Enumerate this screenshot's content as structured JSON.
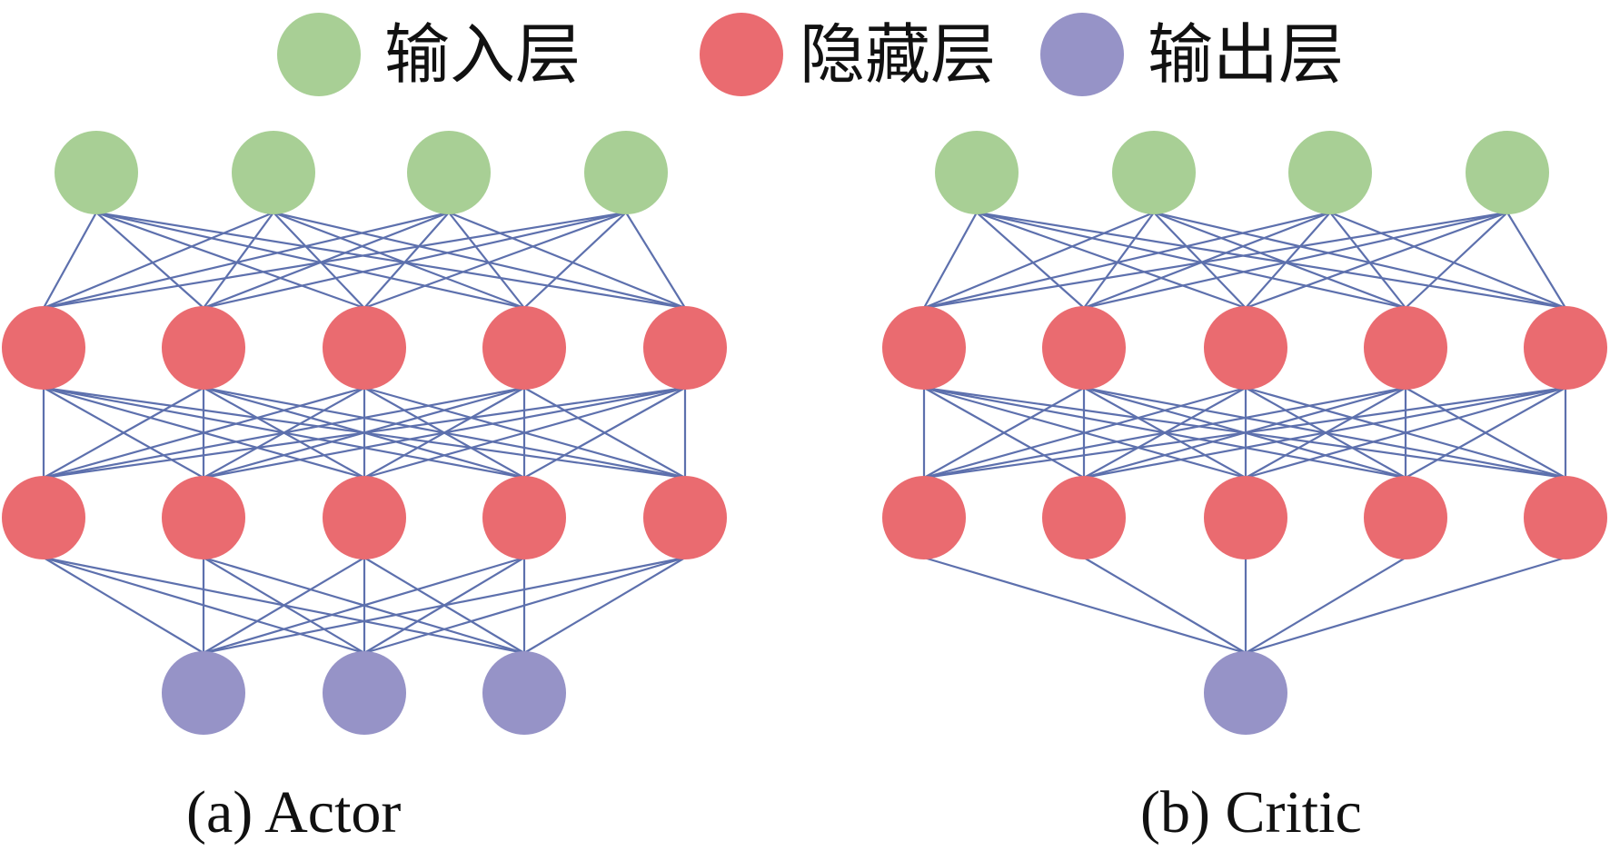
{
  "colors": {
    "input": "#a8cf95",
    "hidden": "#ea6b70",
    "output": "#9693c7",
    "edge": "#5d70ad"
  },
  "legend": [
    {
      "key": "input",
      "label": "输入层",
      "icon": "circle-icon"
    },
    {
      "key": "hidden",
      "label": "隐藏层",
      "icon": "circle-icon"
    },
    {
      "key": "output",
      "label": "输出层",
      "icon": "circle-icon"
    }
  ],
  "networks": [
    {
      "caption": "(a) Actor",
      "layers": [
        4,
        5,
        5,
        3
      ]
    },
    {
      "caption": "(b) Critic",
      "layers": [
        4,
        5,
        5,
        1
      ]
    }
  ]
}
